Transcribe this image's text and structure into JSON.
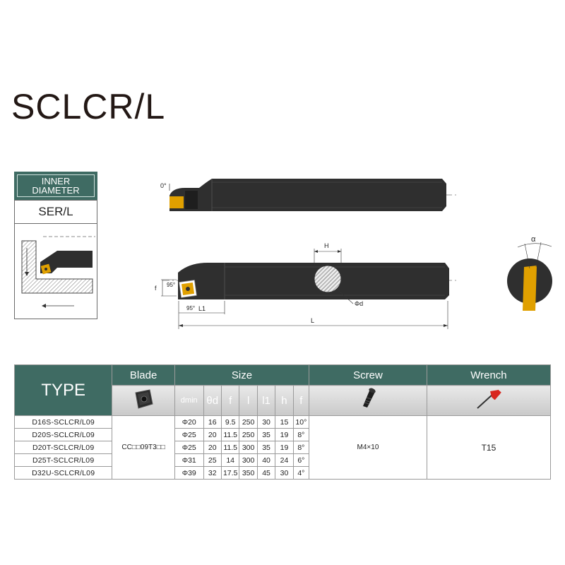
{
  "title": "SCLCR/L",
  "card": {
    "header_line1": "INNER",
    "header_line2": "DIAMETER",
    "code": "SER/L"
  },
  "drawing": {
    "angle_top": "0°",
    "angle_side": "95°",
    "angle_bottom": "95°",
    "dim_f": "f",
    "dim_L1": "L1",
    "dim_L": "L",
    "dim_H": "H",
    "dim_phid": "Φd",
    "dim_alpha": "α"
  },
  "table": {
    "headers": {
      "type": "TYPE",
      "blade": "Blade",
      "size": "Size",
      "screw": "Screw",
      "wrench": "Wrench"
    },
    "size_columns": [
      "dmin",
      "θd",
      "f",
      "l",
      "l1",
      "h",
      "f"
    ],
    "rows": [
      {
        "model": "D16S-SCLCR/L09",
        "dmin": "Φ20",
        "d": "16",
        "f": "9.5",
        "l": "250",
        "l1": "30",
        "h": "15",
        "angle": "10°"
      },
      {
        "model": "D20S-SCLCR/L09",
        "dmin": "Φ25",
        "d": "20",
        "f": "11.5",
        "l": "250",
        "l1": "35",
        "h": "19",
        "angle": "8°"
      },
      {
        "model": "D20T-SCLCR/L09",
        "dmin": "Φ25",
        "d": "20",
        "f": "11.5",
        "l": "300",
        "l1": "35",
        "h": "19",
        "angle": "8°"
      },
      {
        "model": "D25T-SCLCR/L09",
        "dmin": "Φ31",
        "d": "25",
        "f": "14",
        "l": "300",
        "l1": "40",
        "h": "24",
        "angle": "6°"
      },
      {
        "model": "D32U-SCLCR/L09",
        "dmin": "Φ39",
        "d": "32",
        "f": "17.5",
        "l": "350",
        "l1": "45",
        "h": "30",
        "angle": "4°"
      }
    ],
    "blade_code": "CC□□09T3□□",
    "screw": "M4×10",
    "wrench": "T15"
  },
  "colors": {
    "header_teal": "#3f6b63",
    "tool_body": "#2e2e2e",
    "insert_gold": "#e0a000",
    "wrench_red": "#d8261f"
  },
  "icons": [
    "insert-blade-icon",
    "screw-icon",
    "torx-wrench-icon"
  ]
}
